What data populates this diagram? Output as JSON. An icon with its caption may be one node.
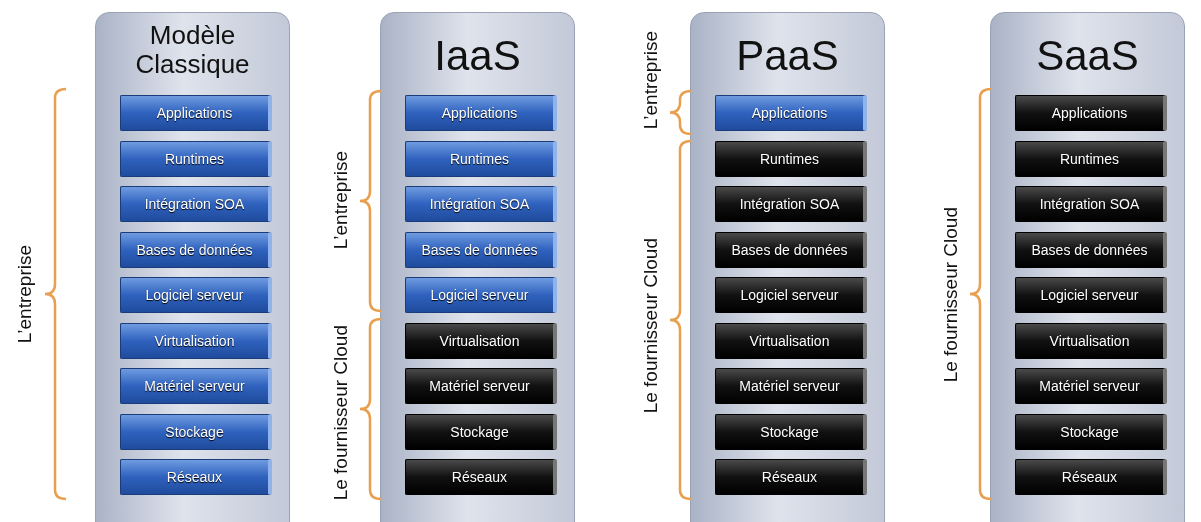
{
  "diagram": {
    "nodes": [
      {
        "text": [
          "Modèle Classique"
        ]
      },
      {
        "text": [
          "Applications"
        ],
        "in": 0
      },
      {
        "text": [
          "Runtimes"
        ],
        "in": 0
      },
      {
        "text": [
          "Intégration SOA"
        ],
        "in": 0
      },
      {
        "text": [
          "Bases de données"
        ],
        "in": 0
      },
      {
        "text": [
          "Logiciel serveur"
        ],
        "in": 0
      },
      {
        "text": [
          "Virtualisation"
        ],
        "in": 0
      },
      {
        "text": [
          "Matériel serveur"
        ],
        "in": 0
      },
      {
        "text": [
          "Stockage"
        ],
        "in": 0
      },
      {
        "text": [
          "Réseaux"
        ],
        "in": 0
      },
      {
        "text": [
          "IaaS"
        ]
      },
      {
        "text": [
          "Applications"
        ],
        "in": 10
      },
      {
        "text": [
          "Runtimes"
        ],
        "in": 10
      },
      {
        "text": [
          "Intégration SOA"
        ],
        "in": 10
      },
      {
        "text": [
          "Bases de données"
        ],
        "in": 10
      },
      {
        "text": [
          "Logiciel serveur"
        ],
        "in": 10
      },
      {
        "text": [
          "Virtualisation"
        ],
        "in": 10
      },
      {
        "text": [
          "Matériel serveur"
        ],
        "in": 10
      },
      {
        "text": [
          "Stockage"
        ],
        "in": 10
      },
      {
        "text": [
          "Réseaux"
        ],
        "in": 10
      },
      {
        "text": [
          "PaaS"
        ]
      },
      {
        "text": [
          "Applications"
        ],
        "in": 20
      },
      {
        "text": [
          "Runtimes"
        ],
        "in": 20
      },
      {
        "text": [
          "Intégration SOA"
        ],
        "in": 20
      },
      {
        "text": [
          "Bases de données"
        ],
        "in": 20
      },
      {
        "text": [
          "Logiciel serveur"
        ],
        "in": 20
      },
      {
        "text": [
          "Virtualisation"
        ],
        "in": 20
      },
      {
        "text": [
          "Matériel serveur"
        ],
        "in": 20
      },
      {
        "text": [
          "Stockage"
        ],
        "in": 20
      },
      {
        "text": [
          "Réseaux"
        ],
        "in": 20
      },
      {
        "text": [
          "SaaS"
        ]
      },
      {
        "text": [
          "Applications"
        ],
        "in": 30
      },
      {
        "text": [
          "Runtimes"
        ],
        "in": 30
      },
      {
        "text": [
          "Intégration SOA"
        ],
        "in": 30
      },
      {
        "text": [
          "Bases de données"
        ],
        "in": 30
      },
      {
        "text": [
          "Logiciel serveur"
        ],
        "in": 30
      },
      {
        "text": [
          "Virtualisation"
        ],
        "in": 30
      },
      {
        "text": [
          "Matériel serveur"
        ],
        "in": 30
      },
      {
        "text": [
          "Stockage"
        ],
        "in": 30
      },
      {
        "text": [
          "Réseaux"
        ],
        "in": 30
      }
    ],
    "labels": [
      "L’entreprise",
      "L’entreprise",
      "Le fournisseur Cloud",
      "L’entreprise",
      "Le fournisseur Cloud",
      "Le fournisseur Cloud"
    ]
  }
}
